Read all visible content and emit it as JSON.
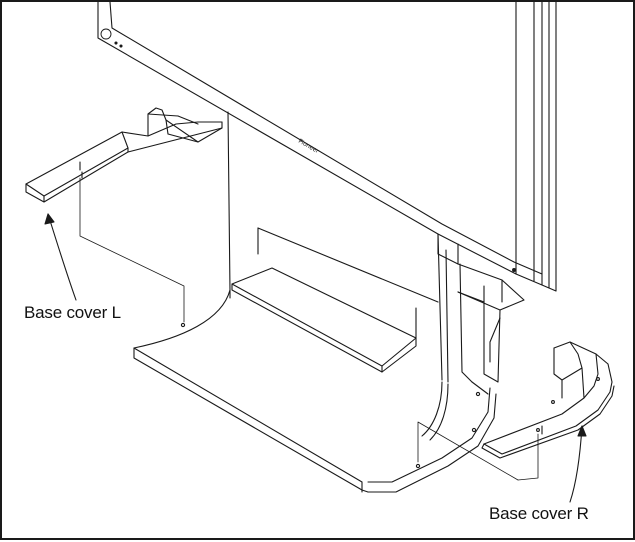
{
  "labels": {
    "base_cover_l": "Base cover L",
    "base_cover_r": "Base cover R"
  },
  "brand_logo_text": "Pioneer",
  "colors": {
    "line": "#1a1a1a",
    "background": "#ffffff"
  }
}
